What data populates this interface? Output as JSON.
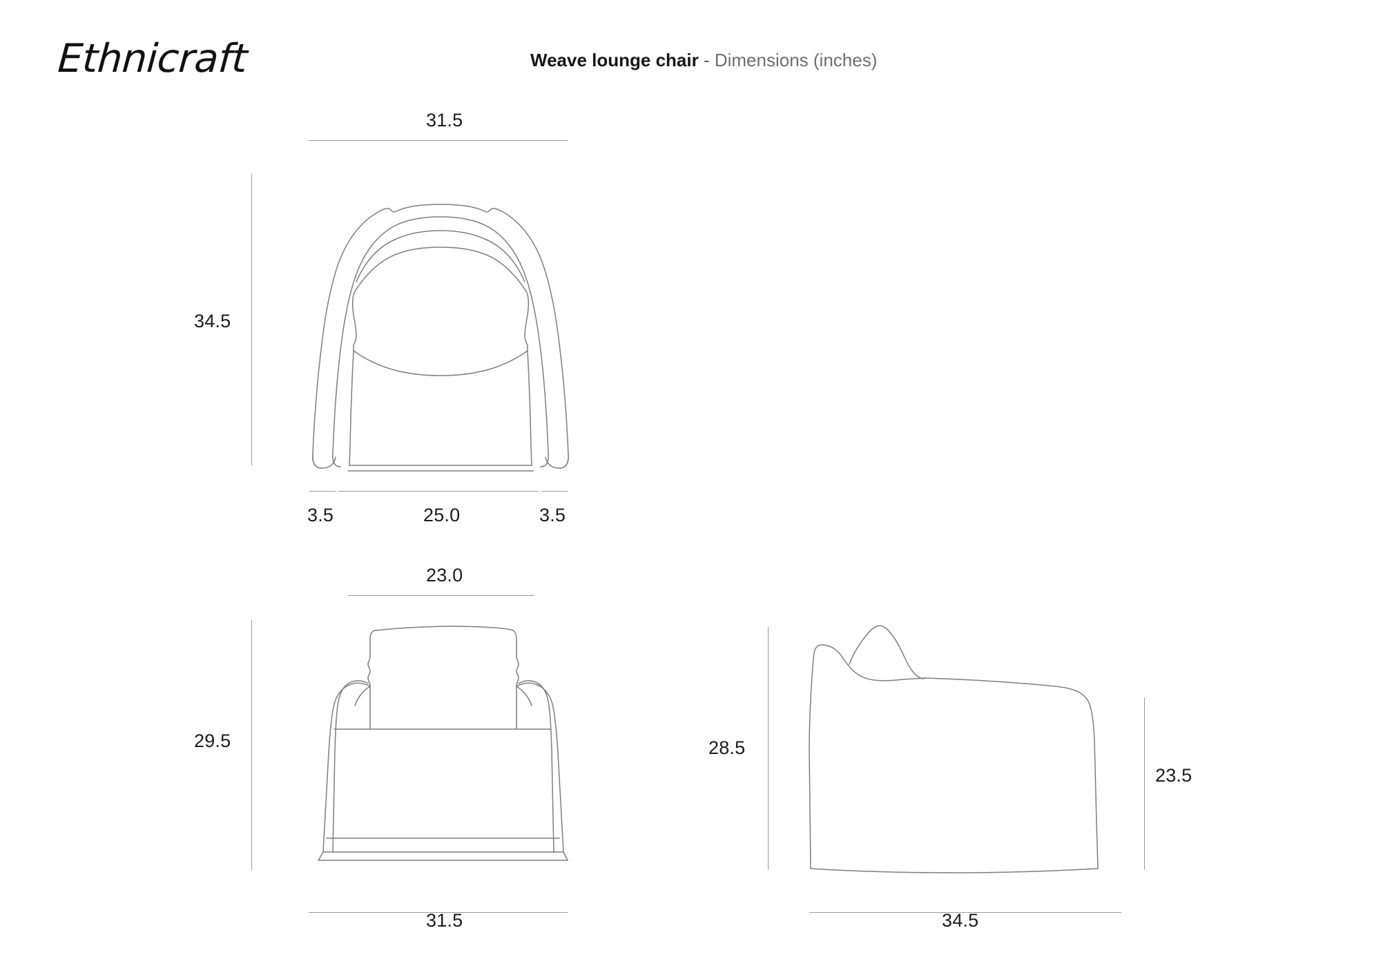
{
  "brand": {
    "logo_text": "Ethnicraft"
  },
  "header": {
    "product_name": "Weave lounge chair",
    "separator": " - ",
    "subtitle": "Dimensions (inches)"
  },
  "views": [
    {
      "id": "top-view",
      "name": "top-plan-view",
      "dimensions": {
        "top_width": "31.5",
        "left_height": "34.5",
        "bottom_left_segment": "3.5",
        "bottom_center_segment": "25.0",
        "bottom_right_segment": "3.5"
      }
    },
    {
      "id": "front-view",
      "name": "front-elevation-view",
      "dimensions": {
        "top_width": "23.0",
        "left_height": "29.5",
        "bottom_width": "31.5"
      }
    },
    {
      "id": "side-view",
      "name": "side-elevation-view",
      "dimensions": {
        "left_height": "28.5",
        "right_height": "23.5",
        "bottom_width": "34.5"
      }
    }
  ],
  "chart_data": {
    "type": "table",
    "title": "Weave lounge chair - Dimensions (inches)",
    "units": "inches",
    "measurements": [
      {
        "view": "top-plan-view",
        "label": "overall width (top)",
        "value": 31.5
      },
      {
        "view": "top-plan-view",
        "label": "overall depth",
        "value": 34.5
      },
      {
        "view": "top-plan-view",
        "label": "left arm width",
        "value": 3.5
      },
      {
        "view": "top-plan-view",
        "label": "inner seat width",
        "value": 25.0
      },
      {
        "view": "top-plan-view",
        "label": "right arm width",
        "value": 3.5
      },
      {
        "view": "front-elevation-view",
        "label": "backrest width",
        "value": 23.0
      },
      {
        "view": "front-elevation-view",
        "label": "overall height",
        "value": 29.5
      },
      {
        "view": "front-elevation-view",
        "label": "overall width",
        "value": 31.5
      },
      {
        "view": "side-elevation-view",
        "label": "back height",
        "value": 28.5
      },
      {
        "view": "side-elevation-view",
        "label": "arm / front height",
        "value": 23.5
      },
      {
        "view": "side-elevation-view",
        "label": "overall depth",
        "value": 34.5
      }
    ]
  },
  "style": {
    "background": "#ffffff",
    "outline_color": "#7d7d7d",
    "dimension_line_color": "#9a9a9a",
    "text_color": "#1b1b1b",
    "subtitle_color": "#6e6e6e"
  }
}
